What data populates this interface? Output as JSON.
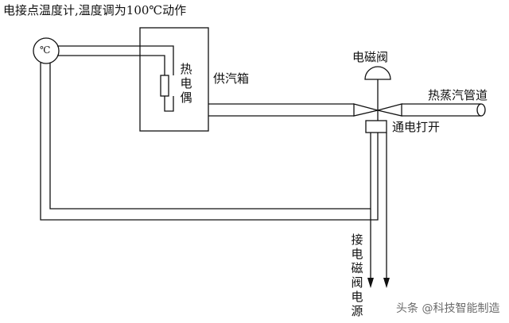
{
  "labels": {
    "title": "电接点温度计,温度调为100℃动作",
    "thermometer_symbol": "℃",
    "thermocouple": "热电偶",
    "steam_box": "供汽箱",
    "solenoid_valve": "电磁阀",
    "hot_steam_pipe": "热蒸汽管道",
    "power_on_open": "通电打开",
    "valve_power": "接电磁阀电源"
  },
  "watermark": "头条 @科技智能制造",
  "colors": {
    "line": "#111111",
    "background": "#ffffff",
    "watermark": "#6b6b6b"
  }
}
